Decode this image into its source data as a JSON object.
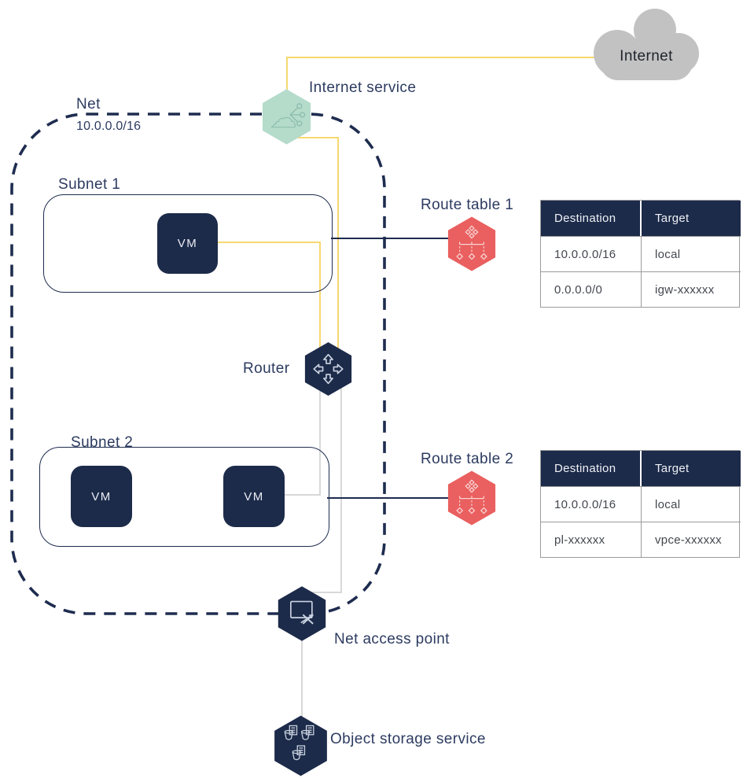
{
  "cloud": {
    "label": "Internet"
  },
  "internet_service": {
    "label": "Internet service"
  },
  "net": {
    "label": "Net",
    "cidr": "10.0.0.0/16"
  },
  "subnets": [
    {
      "label": "Subnet 1",
      "vms": [
        "VM"
      ]
    },
    {
      "label": "Subnet 2",
      "vms": [
        "VM",
        "VM"
      ]
    }
  ],
  "router": {
    "label": "Router"
  },
  "net_access_point": {
    "label": "Net access point"
  },
  "object_storage": {
    "label": "Object storage service"
  },
  "route_tables": [
    {
      "label": "Route table 1",
      "columns": [
        "Destination",
        "Target"
      ],
      "rows": [
        [
          "10.0.0.0/16",
          "local"
        ],
        [
          "0.0.0.0/0",
          "igw-xxxxxx"
        ]
      ]
    },
    {
      "label": "Route table 2",
      "columns": [
        "Destination",
        "Target"
      ],
      "rows": [
        [
          "10.0.0.0/16",
          "local"
        ],
        [
          "pl-xxxxxx",
          "vpce-xxxxxx"
        ]
      ]
    }
  ],
  "colors": {
    "navy": "#1d2b4a",
    "coral": "#ea5f5f",
    "teal": "#b5dbcb",
    "yellow_wire": "#f6d86f",
    "gray_wire": "#d8d8d8",
    "cloud_gray": "#c2c2c2",
    "table_border": "#9b9b9b"
  }
}
